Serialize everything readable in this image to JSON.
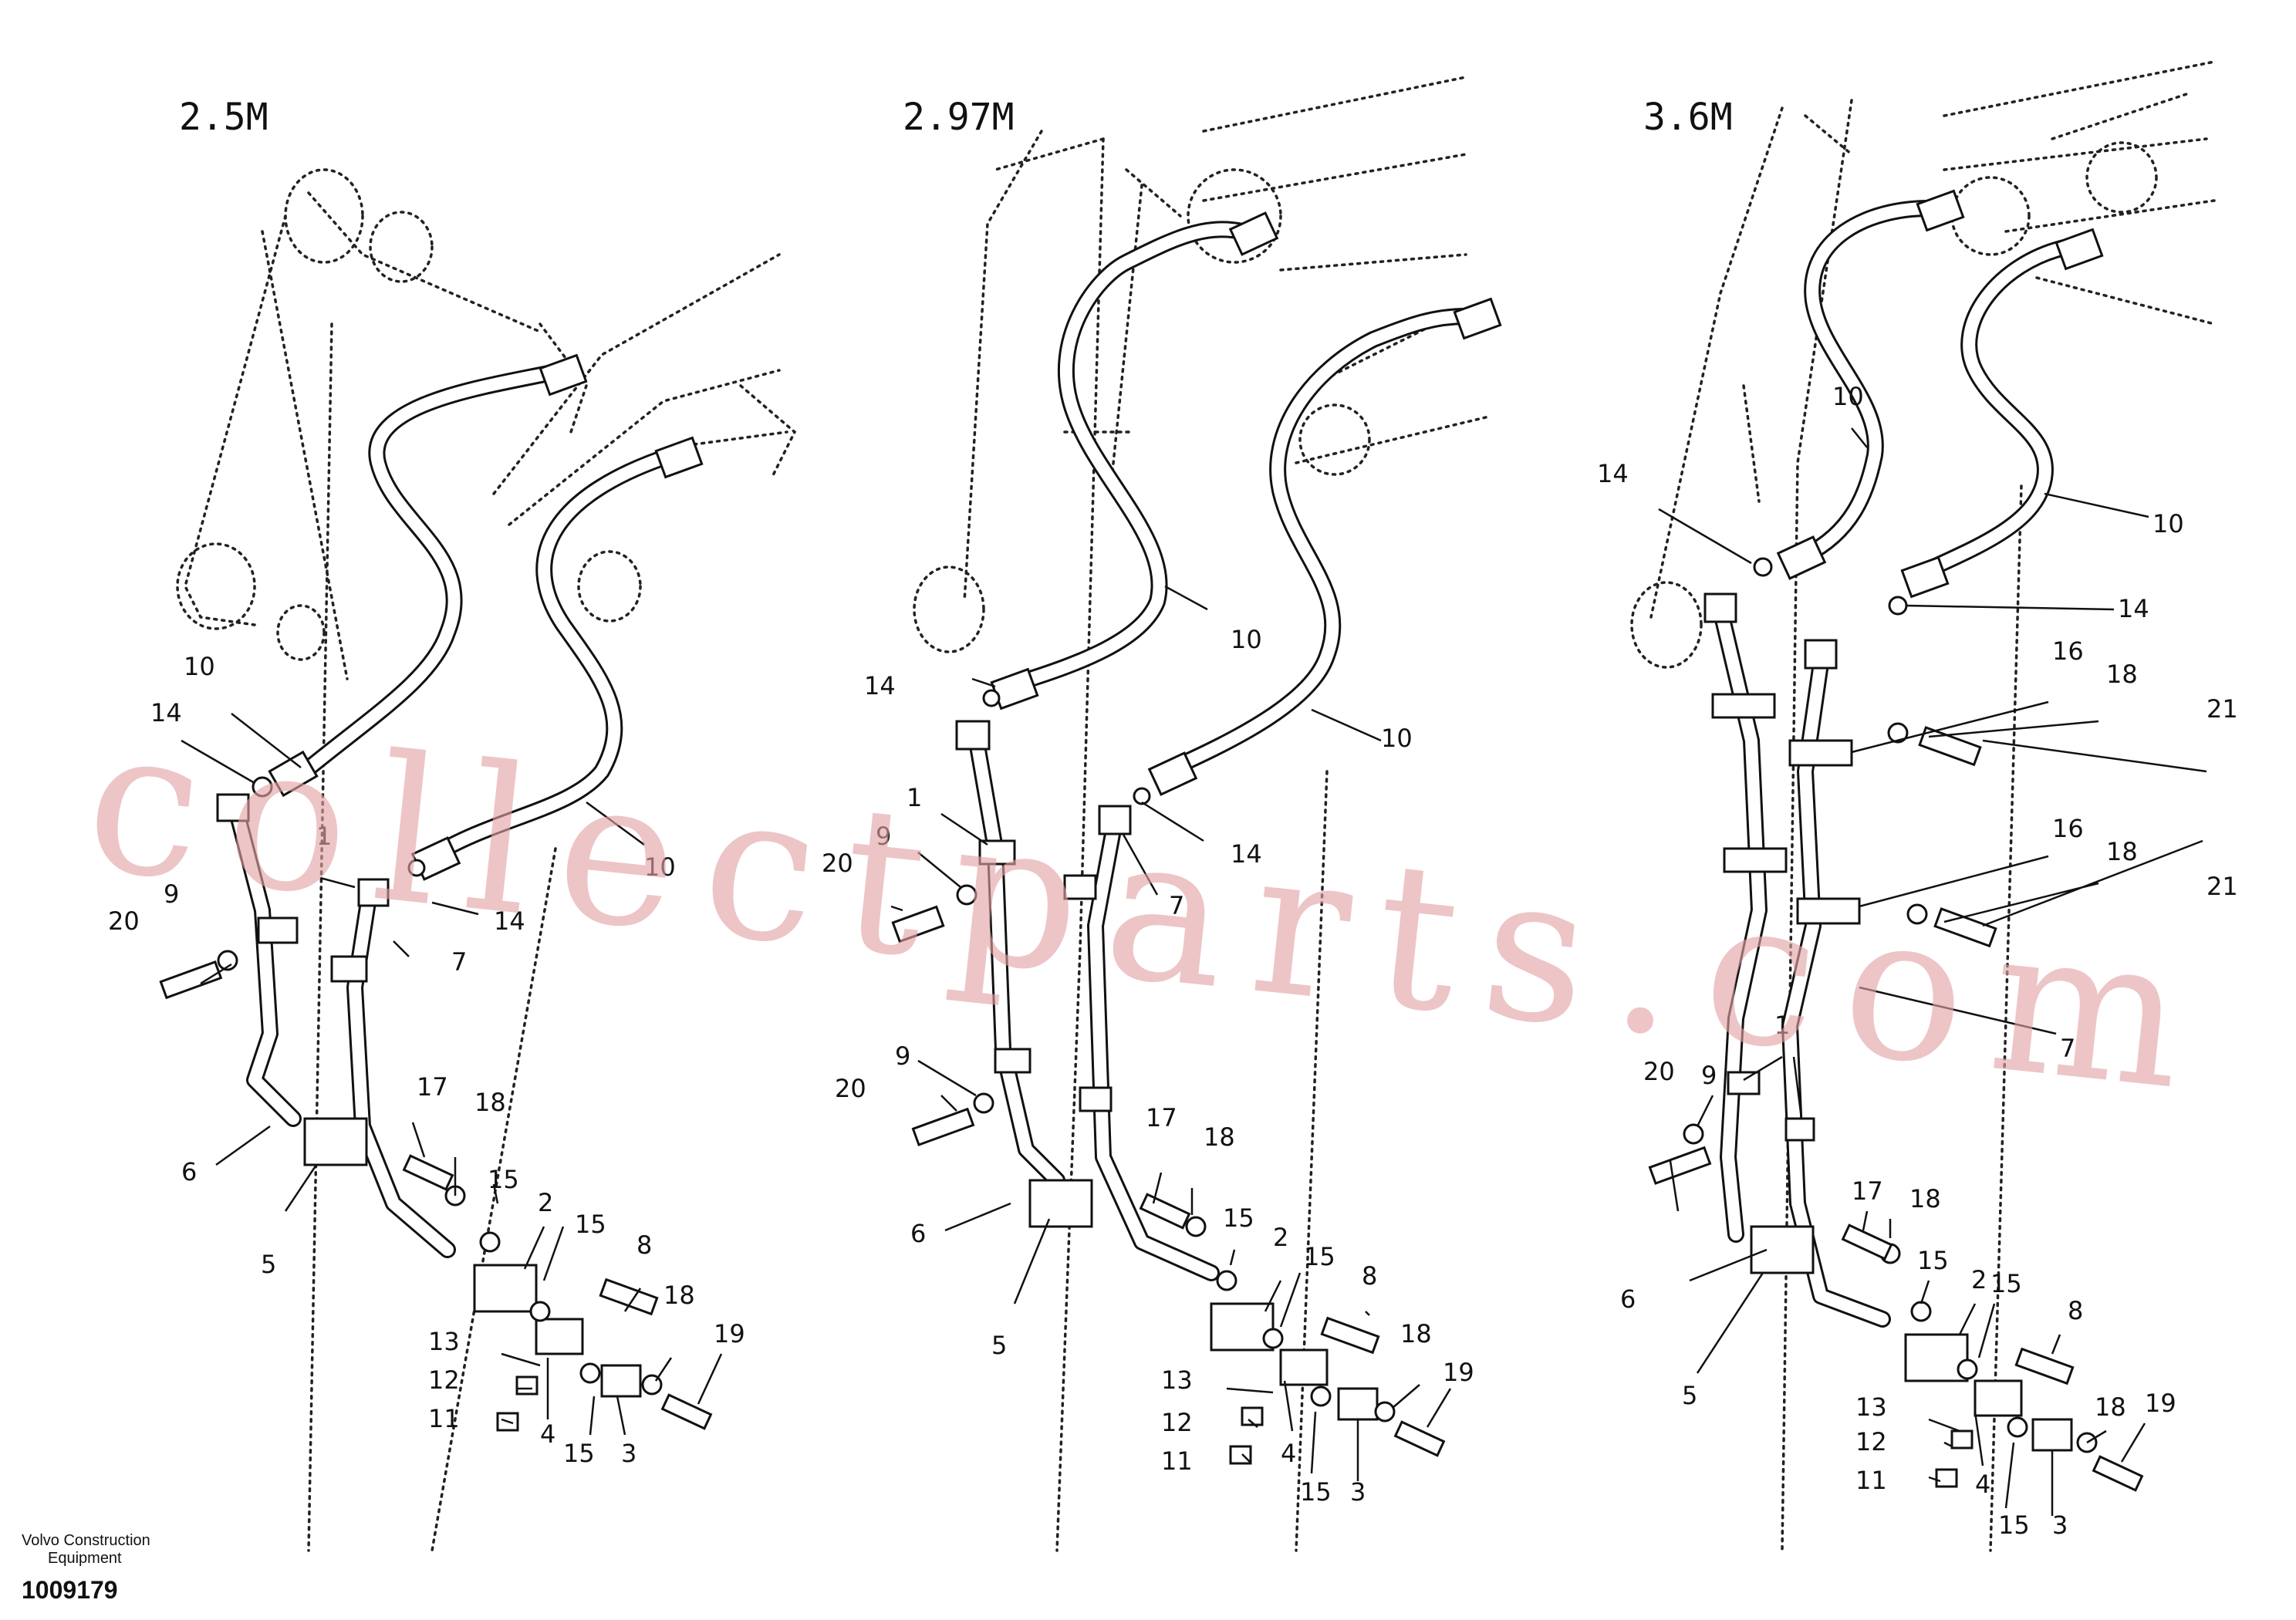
{
  "sections": [
    {
      "title": "2.5M"
    },
    {
      "title": "2.97M"
    },
    {
      "title": "3.6M"
    }
  ],
  "callouts": {
    "s1": [
      "10",
      "14",
      "10",
      "14",
      "1",
      "7",
      "9",
      "20",
      "6",
      "5",
      "17",
      "18",
      "15",
      "2",
      "15",
      "8",
      "13",
      "12",
      "11",
      "4",
      "15",
      "3",
      "18",
      "19"
    ],
    "s2": [
      "10",
      "14",
      "10",
      "14",
      "1",
      "7",
      "9",
      "20",
      "9",
      "20",
      "6",
      "5",
      "17",
      "18",
      "15",
      "2",
      "15",
      "8",
      "13",
      "12",
      "11",
      "4",
      "15",
      "3",
      "18",
      "19"
    ],
    "s3": [
      "10",
      "14",
      "10",
      "14",
      "16",
      "18",
      "21",
      "16",
      "18",
      "21",
      "7",
      "1",
      "9",
      "20",
      "6",
      "5",
      "17",
      "18",
      "15",
      "2",
      "15",
      "8",
      "13",
      "12",
      "11",
      "4",
      "15",
      "3",
      "18",
      "19"
    ]
  },
  "watermark": "collectparts.com",
  "footer": {
    "brand_line1": "Volvo Construction",
    "brand_line2": "Equipment",
    "doc_number": "1009179"
  },
  "colors": {
    "lines": "#111111",
    "watermark": "#e3a3a6",
    "background": "#ffffff"
  }
}
